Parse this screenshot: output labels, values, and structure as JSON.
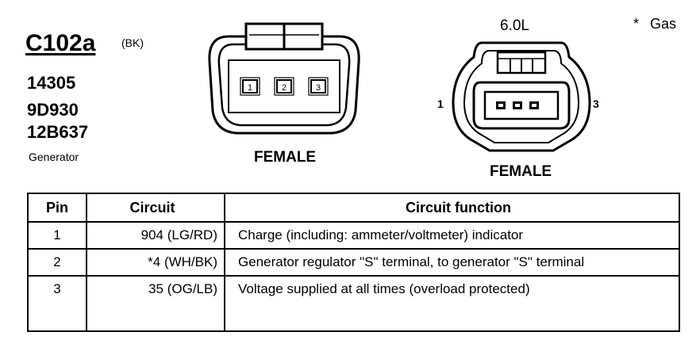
{
  "connector": {
    "id": "C102a",
    "color_code": "(BK)",
    "part_numbers": [
      "14305",
      "9D930",
      "12B637"
    ],
    "description": "Generator"
  },
  "notes": {
    "gas": "Gas",
    "star": "*",
    "engine": "6.0L"
  },
  "views": {
    "female_left": "FEMALE",
    "female_right": "FEMALE",
    "left_pins": [
      "1",
      "2",
      "3"
    ],
    "right_pin_1": "1",
    "right_pin_3": "3"
  },
  "table": {
    "headers": {
      "pin": "Pin",
      "circuit": "Circuit",
      "function": "Circuit function"
    },
    "rows": [
      {
        "pin": "1",
        "circuit": "904 (LG/RD)",
        "function": "Charge (including: ammeter/voltmeter) indicator"
      },
      {
        "pin": "2",
        "circuit": "*4 (WH/BK)",
        "function": "Generator regulator \"S\" terminal, to generator \"S\" terminal"
      },
      {
        "pin": "3",
        "circuit": "35 (OG/LB)",
        "function": "Voltage supplied at all times (overload protected)"
      }
    ]
  }
}
